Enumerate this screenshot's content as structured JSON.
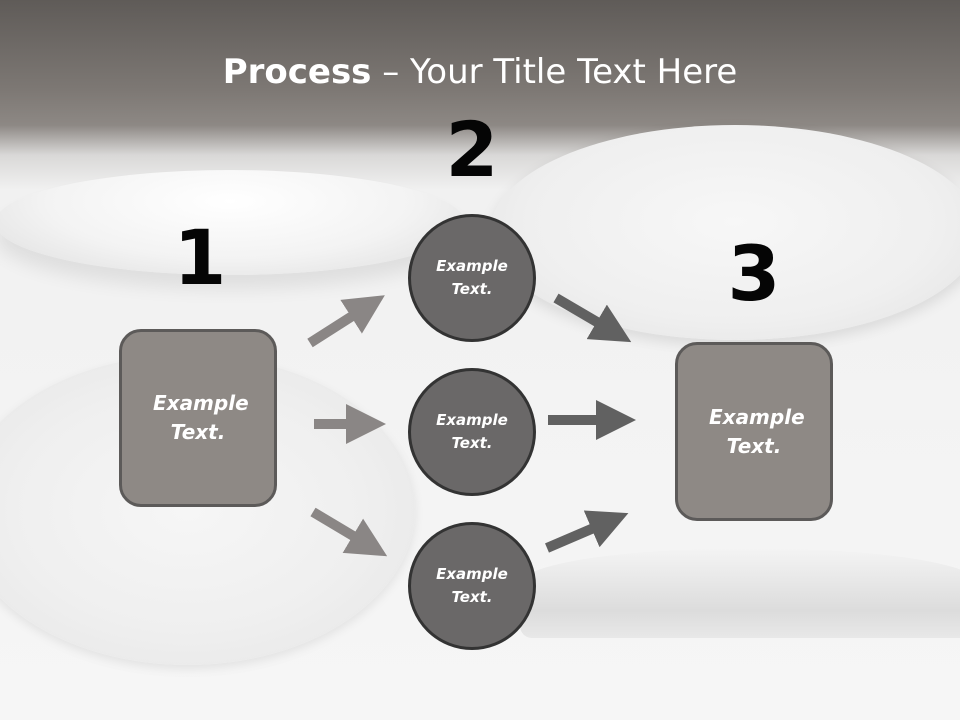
{
  "title": {
    "bold": "Process",
    "rest": " – Your Title Text Here"
  },
  "steps": [
    {
      "number": "1",
      "text": "Example Text."
    },
    {
      "number": "2",
      "items": [
        "Example Text.",
        "Example Text.",
        "Example Text."
      ]
    },
    {
      "number": "3",
      "text": "Example Text."
    }
  ],
  "colors": {
    "box_fill": "#8e8985",
    "circle_fill": "#6a6868",
    "arrow_left": "#8a8685",
    "arrow_right": "#616161"
  }
}
